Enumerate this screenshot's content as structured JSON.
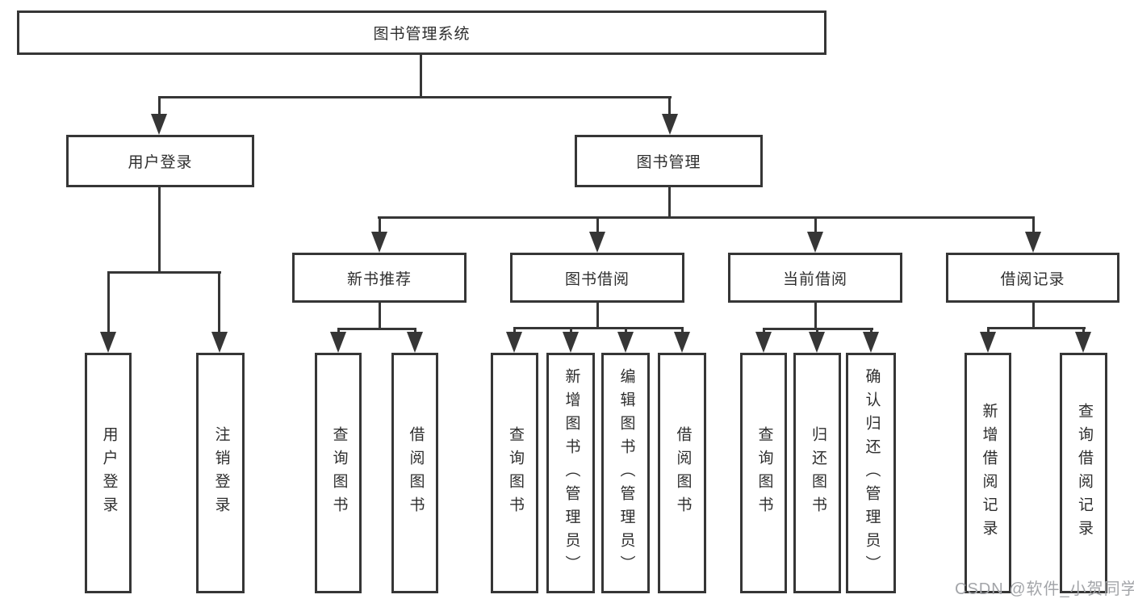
{
  "title_node": "图书管理系统",
  "level2": {
    "left": "用户登录",
    "right": "图书管理"
  },
  "level3": {
    "new_book": "新书推荐",
    "borrow": "图书借阅",
    "current": "当前借阅",
    "records": "借阅记录"
  },
  "leaves": {
    "login": [
      "用户登录",
      "注销登录"
    ],
    "new_book": [
      "查询图书",
      "借阅图书"
    ],
    "borrow": [
      "查询图书",
      "新增图书（管理员）",
      "编辑图书（管理员）",
      "借阅图书"
    ],
    "current": [
      "查询图书",
      "归还图书",
      "确认归还（管理员）"
    ],
    "records": [
      "新增借阅记录",
      "查询借阅记录"
    ]
  },
  "watermark": "CSDN @软件_小贺同学",
  "colors": {
    "line": "#363636",
    "text": "#2e2e2e",
    "watermark": "#a3a5a9",
    "background": "#ffffff"
  }
}
